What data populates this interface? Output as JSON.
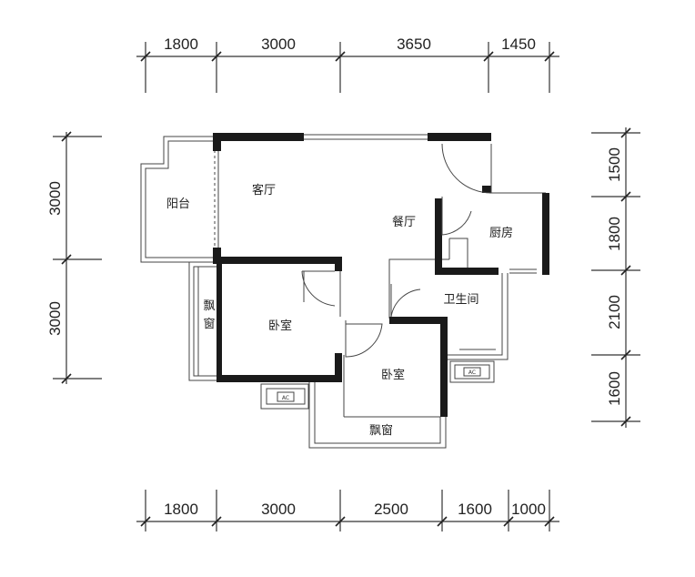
{
  "dimensions": {
    "top": [
      "1800",
      "3000",
      "3650",
      "1450"
    ],
    "bottom": [
      "1800",
      "3000",
      "2500",
      "1600",
      "1000"
    ],
    "left": [
      "3000",
      "3000"
    ],
    "right": [
      "1500",
      "1800",
      "2100",
      "1600"
    ]
  },
  "rooms": {
    "balcony": "阳台",
    "living_room": "客厅",
    "dining_room": "餐厅",
    "kitchen": "厨房",
    "bathroom": "卫生间",
    "bedroom_main": "卧室",
    "bedroom_second": "卧室",
    "bay_window_left": "飘窗",
    "bay_window_bottom": "飘窗"
  },
  "ac_units": [
    "AC",
    "AC"
  ],
  "colors": {
    "wall": "#1a1a1a",
    "line": "#444444"
  }
}
